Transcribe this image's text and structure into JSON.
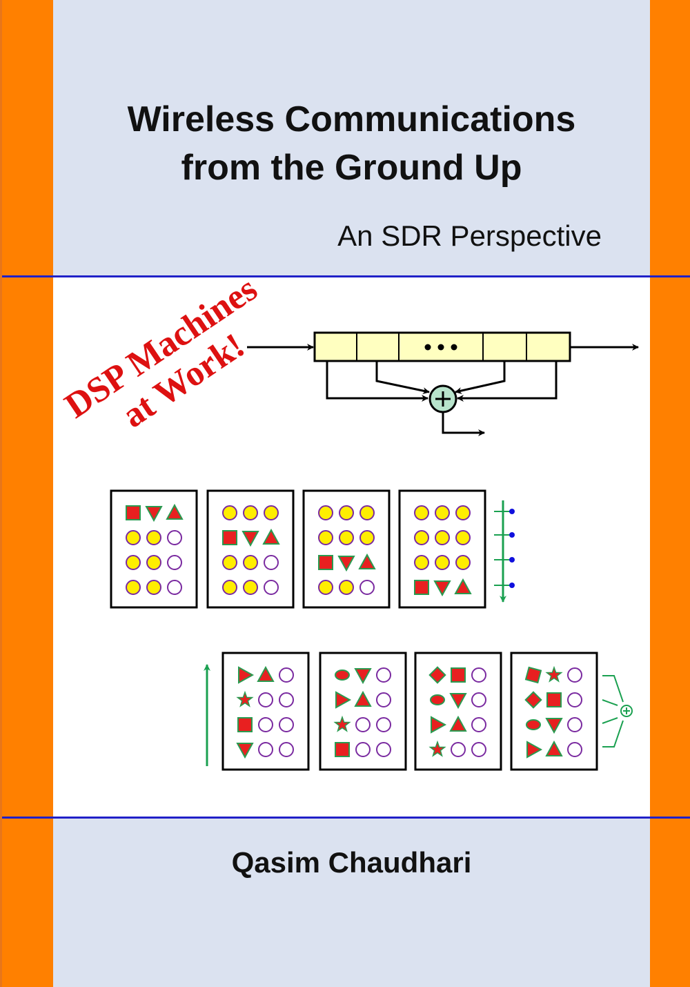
{
  "cover": {
    "title_line1": "Wireless Communications",
    "title_line2": "from the Ground Up",
    "subtitle": "An SDR Perspective",
    "author": "Qasim Chaudhari",
    "stamp_line1": "DSP Machines",
    "stamp_line2": "at Work!"
  },
  "colors": {
    "side_bands": "#ff8000",
    "panel_background": "#dbe2f0",
    "divider_rule": "#2020c8",
    "stamp_text": "#dd1111",
    "shift_register_fill": "#ffffc0",
    "adder_fill": "#b8e4cc",
    "symbol_fill": "#e82020",
    "symbol_outline": "#2a9a50",
    "dot_fill": "#ffee00",
    "dot_outline": "#7a2aa0",
    "arrow_green": "#1aa050",
    "tap_dot_blue": "#1010dd"
  },
  "diagram": {
    "shift_register_cells": 5,
    "ellipsis": "•••",
    "adder_symbol": "+"
  },
  "grids_top": [
    [
      "S V A",
      "Y Y O",
      "Y Y O",
      "Y Y O"
    ],
    [
      "Y Y Y",
      "S V A",
      "Y Y O",
      "Y Y O"
    ],
    [
      "Y Y Y",
      "Y Y Y",
      "S V A",
      "Y Y O"
    ],
    [
      "Y Y Y",
      "Y Y Y",
      "Y Y Y",
      "S V A"
    ]
  ],
  "grids_bottom": [
    [
      "R A O",
      "T O O",
      "S O O",
      "V O O"
    ],
    [
      "E V O",
      "R A O",
      "T O O",
      "S O O"
    ],
    [
      "D S O",
      "E V O",
      "R A O",
      "T O O"
    ],
    [
      "Q T O",
      "D S O",
      "E V O",
      "R A O"
    ]
  ],
  "legend_codes": {
    "S": "square",
    "V": "down-triangle",
    "A": "up-triangle",
    "R": "right-triangle",
    "T": "star",
    "E": "ellipse",
    "D": "diamond",
    "Q": "tilted-square",
    "Y": "yellow-dot",
    "O": "empty-circle"
  }
}
